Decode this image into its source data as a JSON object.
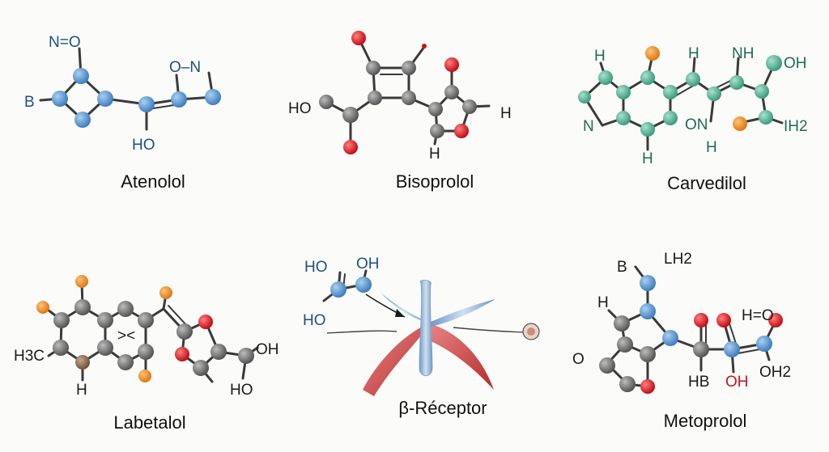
{
  "colors": {
    "carbon_grey": "#6f6f6f",
    "atom_blue": "#5f9fd6",
    "atom_teal": "#5dbb9d",
    "oxygen_red": "#e0121b",
    "orange": "#f08a24",
    "brown": "#8a6a50",
    "receptor_red": "#c83a3a",
    "receptor_blue": "#8fb2d6"
  },
  "panels": {
    "atenolol": {
      "name": "Atenolol",
      "labels": [
        "N=O",
        "B",
        "O–N",
        "HO"
      ]
    },
    "bisoprolol": {
      "name": "Bisoprolol",
      "labels": [
        "HO",
        "H",
        "H"
      ]
    },
    "carvedilol": {
      "name": "Carvedilol",
      "labels": [
        "H",
        "H",
        "NH",
        "OH",
        "N",
        "ON",
        "IH2",
        "H",
        "H"
      ]
    },
    "labetalol": {
      "name": "Labetalol",
      "labels": [
        "H3C",
        "H",
        "OH",
        "HO"
      ]
    },
    "receptor": {
      "name": "β-Réceptor",
      "labels": [
        "HO",
        "OH",
        "HO"
      ]
    },
    "metoprolol": {
      "name": "Metoprolol",
      "labels": [
        "B",
        "LH2",
        "H",
        "H=O",
        "O",
        "HB",
        "OH",
        "OH2"
      ]
    }
  }
}
